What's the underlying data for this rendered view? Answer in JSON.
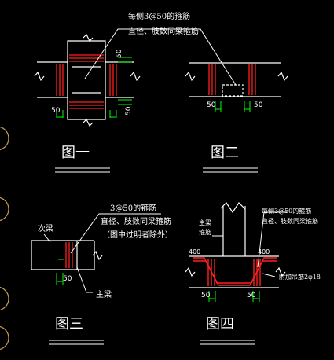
{
  "labels": {
    "fig1_note_line1": "每侧3@50的箍筋",
    "fig1_note_line2": "直径、肢数同梁箍筋",
    "fig1_dim_top_right": "50",
    "fig1_dim_bottom_left": "50",
    "fig1_dim_bottom_right": "50",
    "fig1_caption": "图一",
    "fig2_dim_left": "50",
    "fig2_dim_right": "50",
    "fig2_caption": "图二",
    "fig3_note_line1": "3@50的箍筋",
    "fig3_note_line2": "直径、肢数同梁箍筋",
    "fig3_note_line3": "（图中过明者除外）",
    "fig3_secondary_beam": "次梁",
    "fig3_main_beam": "主梁",
    "fig3_dim": "50",
    "fig3_caption": "图三",
    "fig4_left_label_line1": "主梁",
    "fig4_left_label_line2": "箍筋",
    "fig4_note_line1": "每侧3@50的箍筋",
    "fig4_note_line2": "直径、肢数同梁箍筋",
    "fig4_dim_left_top": "400",
    "fig4_dim_right_top": "400",
    "fig4_right_note": "附加吊筋2φ18",
    "fig4_dim_bottom_left": "50",
    "fig4_dim_bottom_right": "50",
    "fig4_caption": "图四"
  },
  "colors": {
    "background": "#000000",
    "lines": "#ffffff",
    "rebar": "#ff2020",
    "dimension": "#00ff00",
    "sidebar_circle": "#c8a050"
  }
}
